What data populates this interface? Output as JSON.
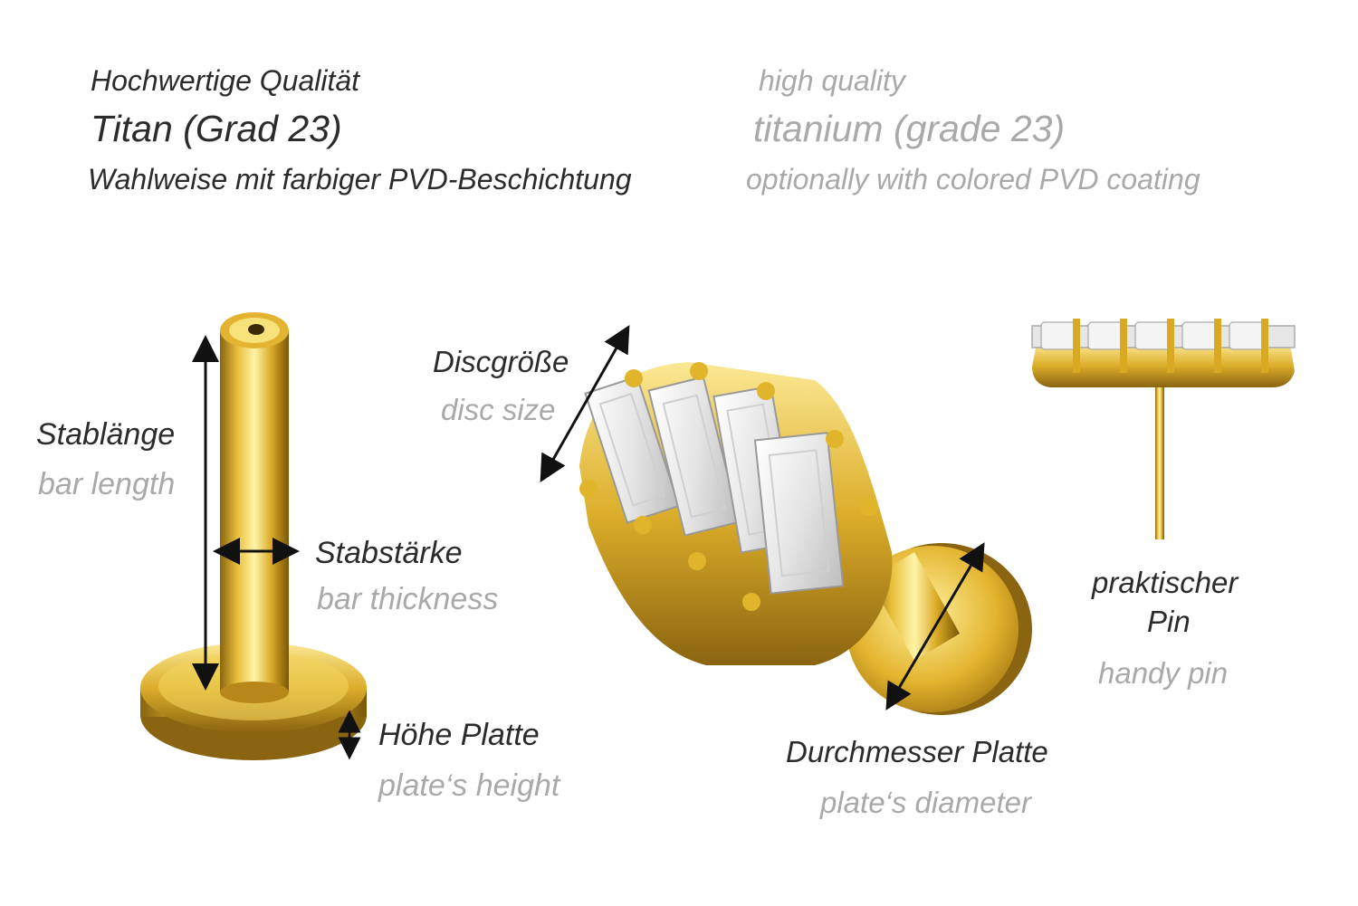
{
  "header": {
    "de_quality": "Hochwertige Qualität",
    "de_material": "Titan (Grad 23)",
    "de_coating": "Wahlweise mit farbiger PVD-Beschichtung",
    "en_quality": "high quality",
    "en_material": "titanium (grade 23)",
    "en_coating": "optionally with colored PVD coating"
  },
  "labels": {
    "bar_length_de": "Stablänge",
    "bar_length_en": "bar length",
    "bar_thickness_de": "Stabstärke",
    "bar_thickness_en": "bar thickness",
    "plate_height_de": "Höhe Platte",
    "plate_height_en": "plate‘s height",
    "disc_size_de": "Discgröße",
    "disc_size_en": "disc size",
    "plate_diameter_de": "Durchmesser Platte",
    "plate_diameter_en": "plate‘s diameter",
    "pin_de_line1": "praktischer",
    "pin_de_line2": "Pin",
    "pin_en": "handy pin"
  },
  "colors": {
    "gold_light": "#f7e27a",
    "gold_mid": "#e0b52c",
    "gold_dark": "#a67a10",
    "text_de": "#2b2b2b",
    "text_en": "#a9a9a9"
  }
}
